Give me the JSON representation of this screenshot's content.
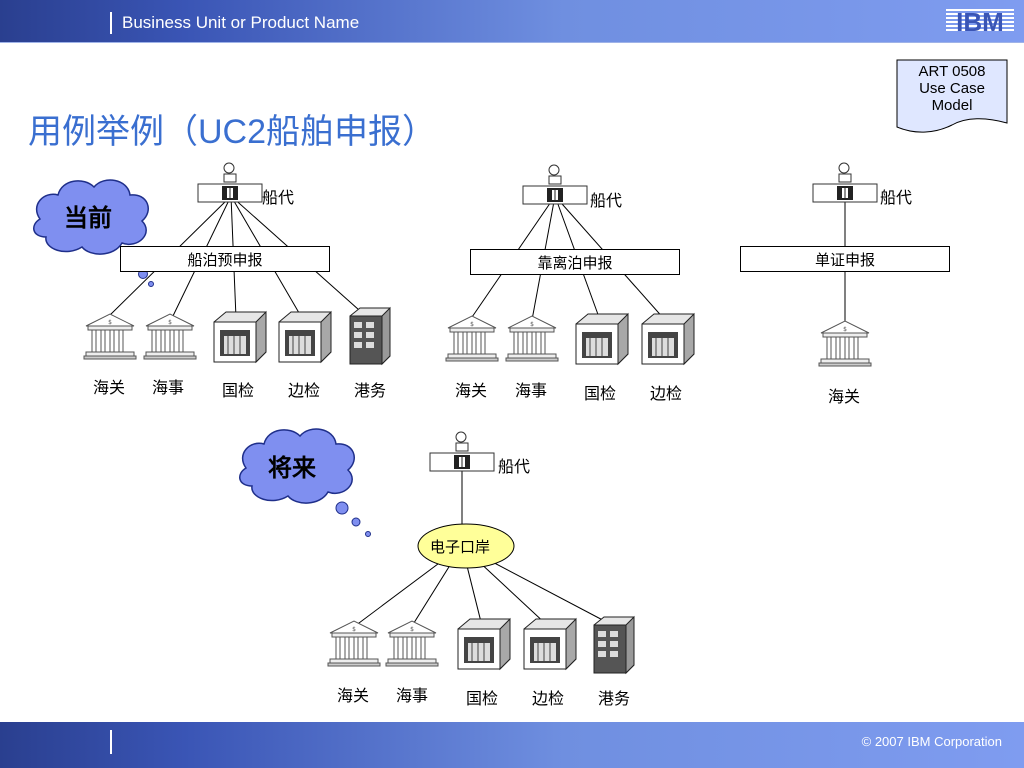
{
  "header": {
    "business_unit": "Business Unit or Product Name",
    "logo_text": "IBM"
  },
  "title": {
    "prefix": "用例举例（",
    "code": "UC2",
    "suffix": "船舶申报）"
  },
  "art_tag": {
    "line1": "ART 0508",
    "line2": "Use Case",
    "line3": "Model"
  },
  "footer": {
    "copyright": "© 2007 IBM Corporation"
  },
  "clouds": {
    "current": "当前",
    "future": "将来"
  },
  "diagram1": {
    "actor": "船代",
    "use_case": "船泊预申报",
    "agencies": [
      "海关",
      "海事",
      "国检",
      "边检",
      "港务"
    ]
  },
  "diagram2": {
    "actor": "船代",
    "use_case": "靠离泊申报",
    "agencies": [
      "海关",
      "海事",
      "国检",
      "边检"
    ]
  },
  "diagram3": {
    "actor": "船代",
    "use_case": "单证申报",
    "agencies": [
      "海关"
    ]
  },
  "diagram4": {
    "actor": "船代",
    "hub": "电子口岸",
    "agencies": [
      "海关",
      "海事",
      "国检",
      "边检",
      "港务"
    ]
  },
  "colors": {
    "title": "#3a6fd0",
    "cloud_fill": "#7f8ff0",
    "oval_fill": "#ffff99",
    "header_bar": "#3a55b5"
  }
}
